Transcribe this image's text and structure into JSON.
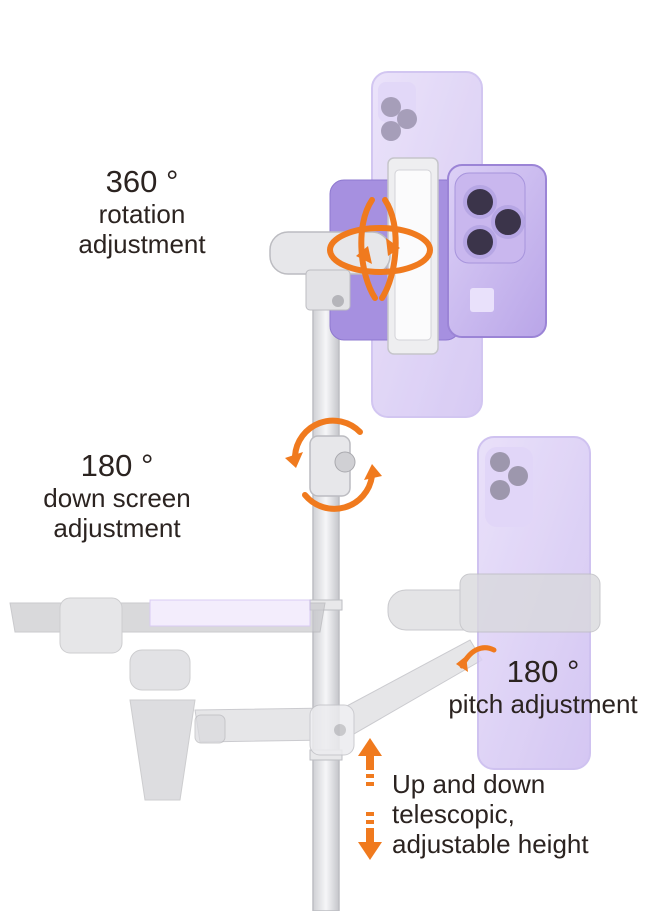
{
  "colors": {
    "accent_orange": "#F07A1E",
    "phone_purple": "#C9B7EE",
    "phone_purple_dark": "#9B84D6",
    "metal": "#D9D9DC",
    "metal_dark": "#B5B5BA",
    "text": "#2B2320"
  },
  "labels": {
    "rotation": {
      "degree": "360 °",
      "line1": "rotation",
      "line2": "adjustment"
    },
    "down_screen": {
      "degree": "180 °",
      "line1": "down screen",
      "line2": "adjustment"
    },
    "pitch": {
      "degree": "180 °",
      "line1": "pitch adjustment"
    },
    "telescopic": {
      "line1": "Up and down",
      "line2": "telescopic,",
      "line3": "adjustable height"
    }
  },
  "icons": {
    "rotation_arrows": "orange-circular-arrows-icon",
    "flip_arrows": "orange-flip-arrows-icon",
    "pitch_arrow": "orange-curved-arrow-icon",
    "height_arrows": "orange-up-down-arrows-icon"
  }
}
